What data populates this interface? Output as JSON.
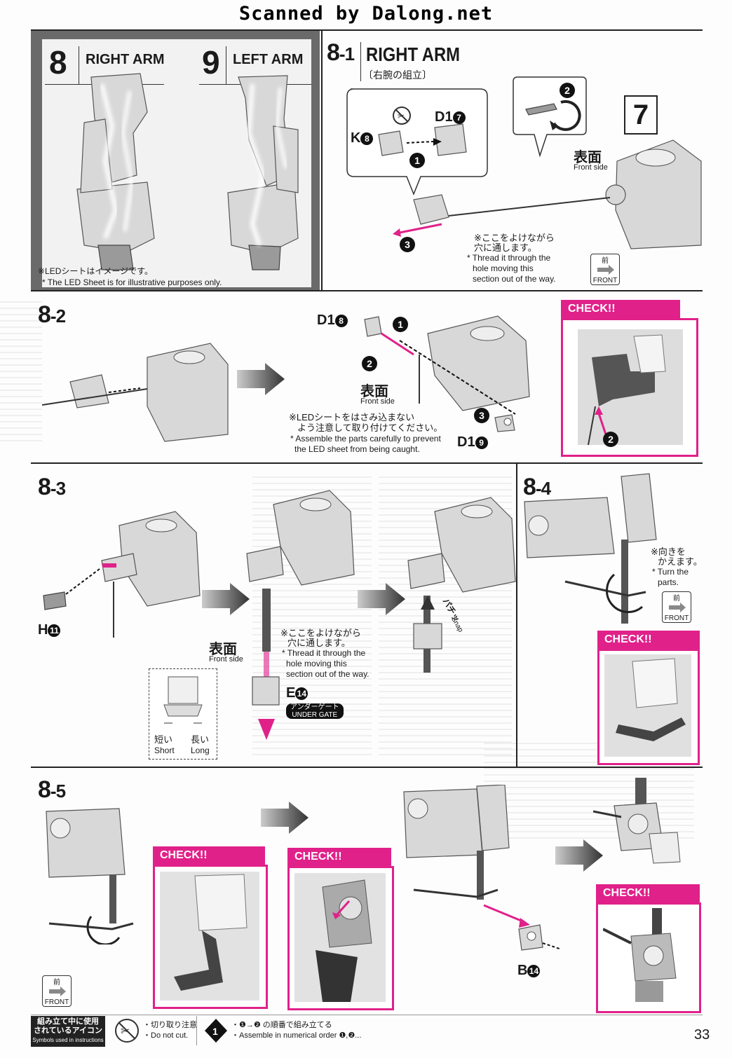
{
  "watermark": "Scanned by Dalong.net",
  "step8": {
    "num": "8",
    "title": "RIGHT ARM"
  },
  "step9": {
    "num": "9",
    "title": "LEFT ARM"
  },
  "led_note": {
    "jp": "※LEDシートはイメージです。",
    "en": "* The LED Sheet is for illustrative purposes only."
  },
  "step8_1": {
    "num": "8",
    "sub": "-1",
    "title": "RIGHT ARM",
    "jp_title": "〔右腕の組立〕",
    "part_k": "K",
    "part_k_num": "8",
    "part_d": "D1",
    "part_d_num": "7",
    "front_side_jp": "表面",
    "front_side_en": "Front side",
    "box_num": "7",
    "note_jp1": "※ここをよけながら",
    "note_jp2": "穴に通します。",
    "note_en1": "* Thread it through the",
    "note_en2": "hole moving this",
    "note_en3": "section out of the way.",
    "front_jp": "前",
    "front_en": "FRONT"
  },
  "step8_2": {
    "num": "8",
    "sub": "-2",
    "part_d18": "D1",
    "part_d18_num": "8",
    "part_d19": "D1",
    "part_d19_num": "9",
    "front_side_jp": "表面",
    "front_side_en": "Front side",
    "note_jp1": "※LEDシートをはさみ込まない",
    "note_jp2": "よう注意して取り付けてください。",
    "note_en1": "* Assemble the parts carefully to prevent",
    "note_en2": "the LED sheet from being caught.",
    "check": "CHECK!!"
  },
  "step8_3": {
    "num": "8",
    "sub": "-3",
    "part_h": "H",
    "part_h_num": "11",
    "front_side_jp": "表面",
    "front_side_en": "Front side",
    "note_jp1": "※ここをよけながら",
    "note_jp2": "穴に通します。",
    "note_en1": "* Thread it through the",
    "note_en2": "hole moving this",
    "note_en3": "section out of the way.",
    "part_e": "E",
    "part_e_num": "14",
    "under_gate_jp": "アンダーゲート",
    "under_gate_en": "UNDER GATE",
    "short_jp": "短い",
    "short_en": "Short",
    "long_jp": "長い",
    "long_en": "Long",
    "snap_jp": "パチッ",
    "snap_en": "Snap"
  },
  "step8_4": {
    "num": "8",
    "sub": "-4",
    "note_jp1": "※向きを",
    "note_jp2": "かえます。",
    "note_en1": "* Turn the",
    "note_en2": "parts.",
    "front_jp": "前",
    "front_en": "FRONT",
    "check": "CHECK!!"
  },
  "step8_5": {
    "num": "8",
    "sub": "-5",
    "check1": "CHECK!!",
    "check2": "CHECK!!",
    "check3": "CHECK!!",
    "part_b": "B",
    "part_b_num": "14",
    "front_jp": "前",
    "front_en": "FRONT"
  },
  "legend": {
    "title_jp1": "組み立て中に使用",
    "title_jp2": "されているアイコン",
    "title_en": "Symbols used in instructions",
    "cut_jp": "・切り取り注意",
    "cut_en": "・Do not cut.",
    "order_jp": "・❶→❷ の順番で組み立てる",
    "order_en": "・Assemble in numerical order ❶,❷..."
  },
  "page_number": "33"
}
